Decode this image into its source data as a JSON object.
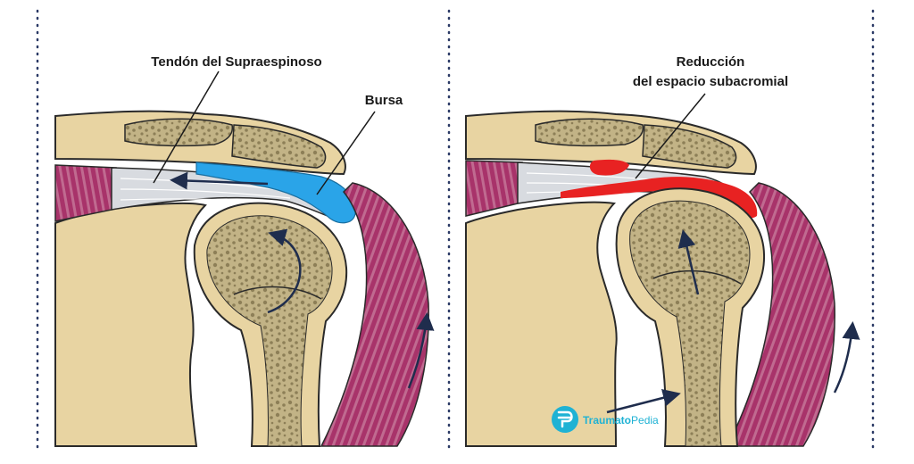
{
  "labels": {
    "supraspinatus_tendon": "Tendón del Supraespinoso",
    "bursa": "Bursa",
    "reduction_line1": "Reducción",
    "reduction_line2": "del espacio subacromial"
  },
  "logo": {
    "name_part1": "Traumato",
    "name_part2": "Pedia"
  },
  "colors": {
    "bone": "#e8d4a2",
    "bone_outline": "#2a2a2a",
    "spongy_bone": "#b6a679",
    "muscle": "#a8336a",
    "muscle_dark": "#8a1f55",
    "tendon": "#d8dbe0",
    "bursa": "#2aa4e8",
    "inflamed": "#e82222",
    "arrow": "#1f2d4d",
    "dotted_border": "#2b3a66",
    "logo_bg": "#1fb2d4"
  }
}
